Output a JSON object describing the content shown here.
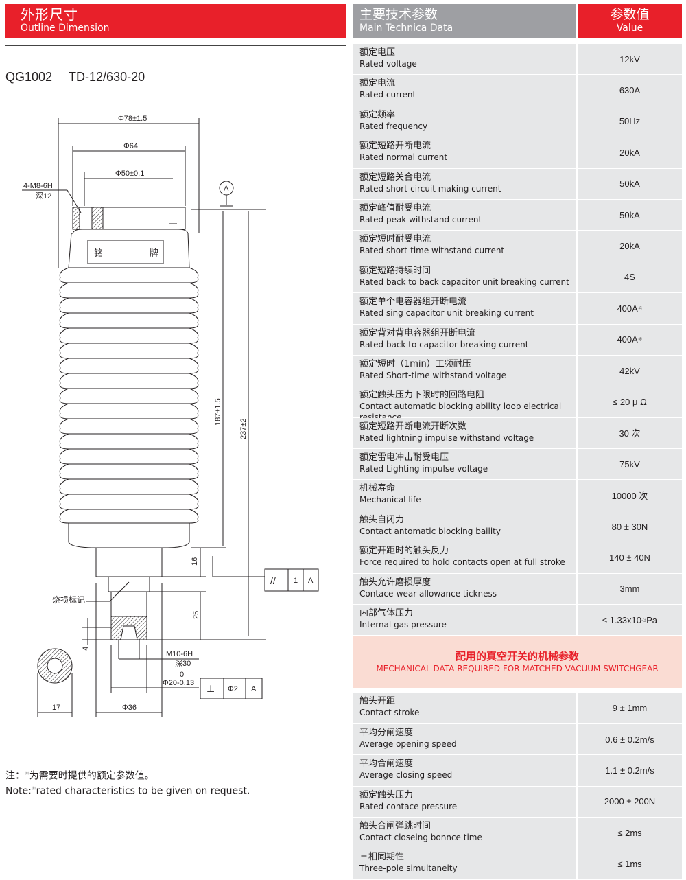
{
  "left_header": {
    "zh": "外形尺寸",
    "en": "Outline Dimension"
  },
  "model": {
    "code": "QG1002",
    "type": "TD-12/630-20"
  },
  "drawing": {
    "d78": "Φ78±1.5",
    "d64": "Φ64",
    "d50": "Φ50±0.1",
    "thread": "4-M8-6H",
    "depth12": "深12",
    "datum_a": "A",
    "nameplate_left": "铭",
    "nameplate_right": "牌",
    "h187": "187±1.5",
    "h237": "237±2",
    "h16": "16",
    "h25": "25",
    "h4": "4",
    "burn_mark": "烧损标记",
    "parallel_sym": "//",
    "parallel_val": "1",
    "parallel_ref": "A",
    "m10": "M10-6H",
    "depth30": "深30",
    "tol0": "0",
    "d20": "Φ20-0.13",
    "perp_sym": "⊥",
    "perp_val": "Φ2",
    "perp_ref": "A",
    "w17": "17",
    "d36": "Φ36"
  },
  "note": {
    "zh_prefix": "注：",
    "mark": "※",
    "zh_text": "为需要时提供的额定参数值。",
    "en_prefix": "Note:",
    "en_text": "rated characteristics to be given on request."
  },
  "table": {
    "header": {
      "param_zh": "主要技术参数",
      "param_en": "Main Technica Data",
      "value_zh": "参数值",
      "value_en": "Value"
    },
    "rows": [
      {
        "zh": "额定电压",
        "en": "Rated voltage",
        "value": "12kV",
        "mark": ""
      },
      {
        "zh": "额定电流",
        "en": "Rated current",
        "value": "630A",
        "mark": ""
      },
      {
        "zh": "额定频率",
        "en": "Rated frequency",
        "value": "50Hz",
        "mark": ""
      },
      {
        "zh": "额定短路开断电流",
        "en": "Rated normal current",
        "value": "20kA",
        "mark": ""
      },
      {
        "zh": "额定短路关合电流",
        "en": "Rated short-circuit making current",
        "value": "50kA",
        "mark": ""
      },
      {
        "zh": "额定峰值耐受电流",
        "en": "Rated peak withstand current",
        "value": "50kA",
        "mark": ""
      },
      {
        "zh": "额定短时耐受电流",
        "en": "Rated short-time withstand current",
        "value": "20kA",
        "mark": ""
      },
      {
        "zh": "额定短路持续时间",
        "en": "Rated back to back capacitor unit breaking current",
        "value": "4S",
        "mark": ""
      },
      {
        "zh": "额定单个电容器组开断电流",
        "en": "Rated sing capacitor unit breaking current",
        "value": "400A",
        "mark": "※"
      },
      {
        "zh": "额定背对背电容器组开断电流",
        "en": "Rated back to capacitor breaking current",
        "value": "400A",
        "mark": "※"
      },
      {
        "zh": "额定短时（1min）工频耐压",
        "en": "Rated Short-time withstand voltage",
        "value": "42kV",
        "mark": ""
      },
      {
        "zh": "额定触头压力下限时的回路电阻",
        "en": "Contact automatic blocking ability loop electrical resistance",
        "value": "≤ 20 μ Ω",
        "mark": ""
      },
      {
        "zh": "额定短路开断电流开断次数",
        "en": "Rated lightning impulse withstand voltage",
        "value": "30 次",
        "mark": ""
      },
      {
        "zh": "额定雷电冲击耐受电压",
        "en": "Rated Lighting impulse  voltage",
        "value": "75kV",
        "mark": ""
      },
      {
        "zh": "机械寿命",
        "en": "Mechanical life",
        "value": "10000 次",
        "mark": ""
      },
      {
        "zh": "触头自闭力",
        "en": "Contact antomatic blocking baility",
        "value": "80 ± 30N",
        "mark": ""
      },
      {
        "zh": "额定开距时的触头反力",
        "en": "Force required to hold contacts open at full stroke",
        "value": "140 ± 40N",
        "mark": ""
      },
      {
        "zh": "触头允许磨损厚度",
        "en": "Contace-wear allowance tickness",
        "value": "3mm",
        "mark": ""
      },
      {
        "zh": "内部气体压力",
        "en": "Internal gas pressure",
        "value": "≤ 1.33x10",
        "mark": "-3",
        "unit": "Pa"
      }
    ],
    "mech_header": {
      "zh": "配用的真空开关的机械参数",
      "en": "MECHANICAL DATA REQUIRED FOR MATCHED VACUUM SWITCHGEAR"
    },
    "mech_rows": [
      {
        "zh": "触头开距",
        "en": "Contact stroke",
        "value": "9 ± 1mm"
      },
      {
        "zh": "平均分闸速度",
        "en": "Average opening speed",
        "value": "0.6 ± 0.2m/s"
      },
      {
        "zh": "平均合闸速度",
        "en": "Average closing speed",
        "value": "1.1 ± 0.2m/s"
      },
      {
        "zh": "额定触头压力",
        "en": "Rated contace pressure",
        "value": "2000  ± 200N"
      },
      {
        "zh": "触头合闸弹跳时间",
        "en": "Contact closeing bonnce time",
        "value": "≤ 2ms"
      },
      {
        "zh": "三相同期性",
        "en": "Three-pole simultaneity",
        "value": "≤ 1ms"
      }
    ]
  }
}
